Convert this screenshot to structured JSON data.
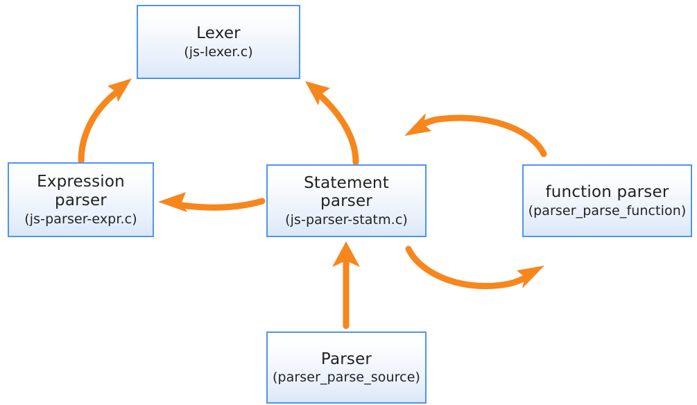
{
  "diagram": {
    "title": "JS parser architecture flow",
    "background_color": "#ffffff",
    "arrow_color": "#f7861c",
    "box_border_color": "#4d94f0",
    "box_fill_top": "#ffffff",
    "box_fill_bottom": "#dbe8f9",
    "nodes": [
      {
        "id": "lexer",
        "title": "Lexer",
        "sub": "(js-lexer.c)"
      },
      {
        "id": "expression",
        "title": "Expression\nparser",
        "sub": "(js-parser-expr.c)"
      },
      {
        "id": "statement",
        "title": "Statement\nparser",
        "sub": "(js-parser-statm.c)"
      },
      {
        "id": "function",
        "title": "function parser",
        "sub": "(parser_parse_function)"
      },
      {
        "id": "parser",
        "title": "Parser",
        "sub": "(parser_parse_source)"
      }
    ],
    "edges": [
      {
        "id": "expression-to-lexer",
        "from": "expression",
        "to": "lexer",
        "shape": "curve-up-right"
      },
      {
        "id": "statement-to-lexer",
        "from": "statement",
        "to": "lexer",
        "shape": "curve-up-left"
      },
      {
        "id": "statement-to-expression",
        "from": "statement",
        "to": "expression",
        "shape": "arrow-left"
      },
      {
        "id": "function-to-statement",
        "from": "function",
        "to": "statement",
        "shape": "arc-over-left"
      },
      {
        "id": "statement-to-function",
        "from": "statement",
        "to": "function",
        "shape": "arc-under-right"
      },
      {
        "id": "parser-to-statement",
        "from": "parser",
        "to": "statement",
        "shape": "arrow-up"
      }
    ]
  }
}
